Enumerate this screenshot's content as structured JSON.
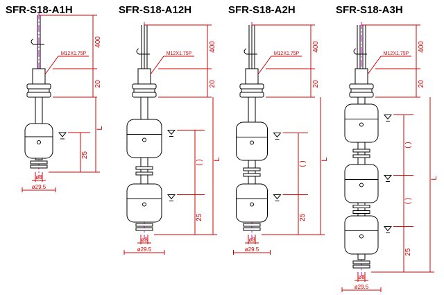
{
  "colors": {
    "outline": "#000000",
    "dimension": "#d40000",
    "centerline": "#cc00cc",
    "background": "#ffffff"
  },
  "models": [
    {
      "title": "SFR-S18-A1H",
      "wires": 2,
      "floats": 1,
      "thread_label": "M12X1.75P",
      "cable_dim": "400",
      "nut_dim": "20",
      "length_dim": "L",
      "bottom_dim": "25",
      "spacing_labels": [],
      "stem_dia": "ø8",
      "float_dia": "ø29.5"
    },
    {
      "title": "SFR-S18-A12H",
      "wires": 3,
      "floats": 2,
      "thread_label": "M12X1.75P",
      "cable_dim": "400",
      "nut_dim": "20",
      "length_dim": "L",
      "bottom_dim": "25",
      "spacing_labels": [
        "( )"
      ],
      "stem_dia": "ø8",
      "float_dia": "ø29.5"
    },
    {
      "title": "SFR-S18-A2H",
      "wires": 3,
      "floats": 2,
      "thread_label": "M12X1.75P",
      "cable_dim": "400",
      "nut_dim": "20",
      "length_dim": "L",
      "bottom_dim": "25",
      "spacing_labels": [
        "( )"
      ],
      "stem_dia": "ø8",
      "float_dia": "ø29.5"
    },
    {
      "title": "SFR-S18-A3H",
      "wires": 4,
      "floats": 3,
      "thread_label": "M12X1.75P",
      "cable_dim": "400",
      "nut_dim": "20",
      "length_dim": "L",
      "bottom_dim": "25",
      "spacing_labels": [
        "( )",
        "( )"
      ],
      "stem_dia": "ø8",
      "float_dia": "ø29.5"
    }
  ]
}
